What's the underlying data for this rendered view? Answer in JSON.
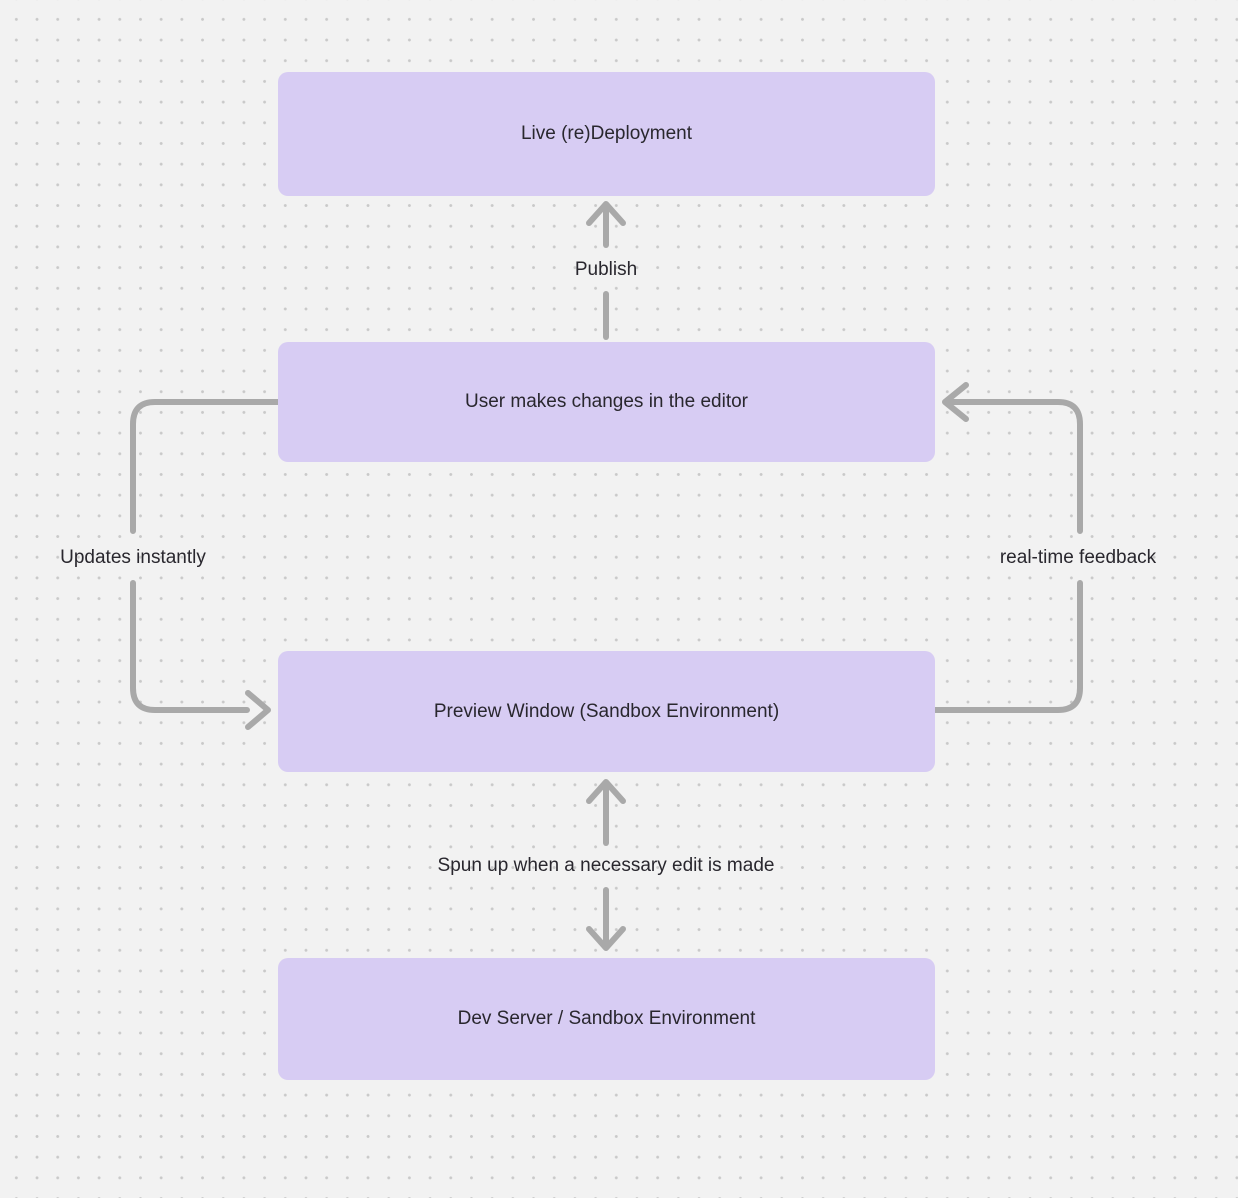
{
  "diagram": {
    "nodes": [
      {
        "id": "live-deployment",
        "label": "Live (re)Deployment"
      },
      {
        "id": "editor",
        "label": "User makes changes in the editor"
      },
      {
        "id": "preview",
        "label": "Preview Window (Sandbox Environment)"
      },
      {
        "id": "dev-server",
        "label": "Dev Server / Sandbox Environment"
      }
    ],
    "edges": [
      {
        "id": "publish",
        "label": "Publish",
        "from": "editor",
        "to": "live-deployment",
        "direction": "up"
      },
      {
        "id": "updates-instantly",
        "label": "Updates instantly",
        "from": "editor",
        "to": "preview",
        "direction": "left-loop-down"
      },
      {
        "id": "real-time-feedback",
        "label": "real-time feedback",
        "from": "preview",
        "to": "editor",
        "direction": "right-loop-up"
      },
      {
        "id": "spun-up",
        "label": "Spun up when a necessary edit is made",
        "from": "preview",
        "to": "dev-server",
        "direction": "bidirectional"
      }
    ]
  },
  "colors": {
    "background": "#f2f2f2",
    "dot": "#c9c9c9",
    "node_fill": "#d7ccf3",
    "arrow": "#a9a9a9",
    "text": "#29272e"
  }
}
